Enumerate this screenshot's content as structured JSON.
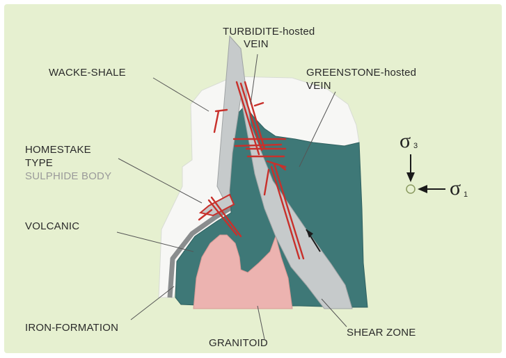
{
  "colors": {
    "background": "#e6f0d0",
    "wacke_shale": "#f7f7f5",
    "greenstone": "#3e7877",
    "granitoid": "#ecb3b0",
    "shear_zone": "#c6cacb",
    "vein": "#c8302b",
    "iron_formation": "#8a8d8e"
  },
  "labels": {
    "turbidite_vein_line1": "TURBIDITE-hosted",
    "turbidite_vein_line2": "VEIN",
    "wacke_shale": "WACKE-SHALE",
    "greenstone_vein_line1": "GREENSTONE-hosted",
    "greenstone_vein_line2": "VEIN",
    "homestake_line1": "HOMESTAKE",
    "homestake_line2": "TYPE",
    "homestake_line3": "SULPHIDE BODY",
    "volcanic": "VOLCANIC",
    "iron_formation": "IRON-FORMATION",
    "granitoid": "GRANITOID",
    "shear_zone": "SHEAR ZONE"
  },
  "stress": {
    "sigma3_symbol": "σ",
    "sigma3_sub": "3",
    "sigma1_symbol": "σ",
    "sigma1_sub": "1"
  }
}
